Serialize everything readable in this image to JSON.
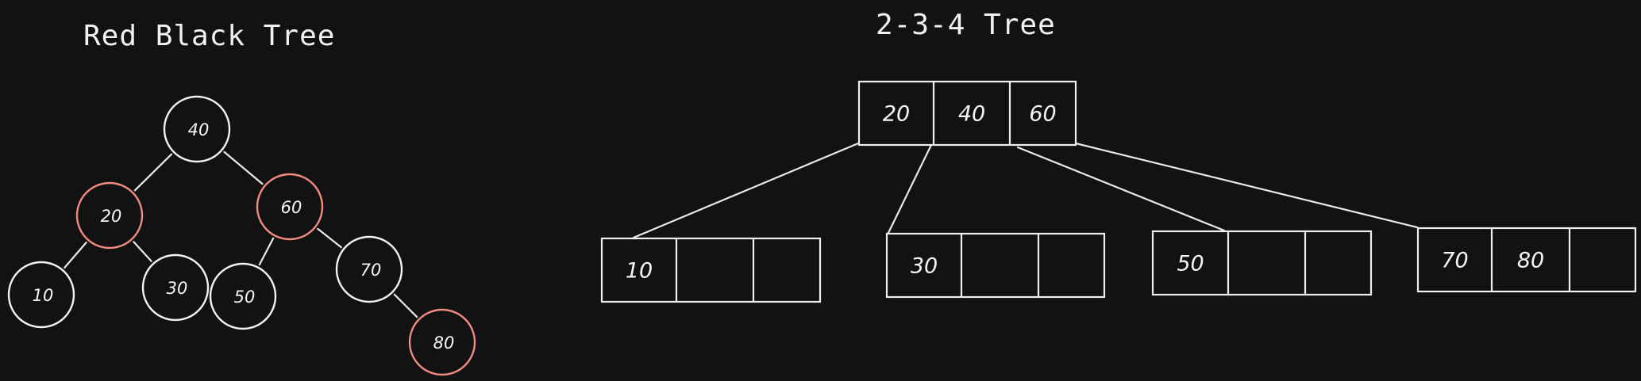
{
  "diagram": {
    "left_title": "Red Black Tree",
    "right_title": "2-3-4 Tree",
    "colors": {
      "background": "#121212",
      "black_node": "#f2f2f2",
      "red_node": "#f28b82",
      "edge": "#e9e9e9"
    },
    "red_black_tree": {
      "nodes": [
        {
          "id": "n40",
          "value": "40",
          "color": "black"
        },
        {
          "id": "n20",
          "value": "20",
          "color": "red"
        },
        {
          "id": "n60",
          "value": "60",
          "color": "red"
        },
        {
          "id": "n10",
          "value": "10",
          "color": "black"
        },
        {
          "id": "n30",
          "value": "30",
          "color": "black"
        },
        {
          "id": "n50",
          "value": "50",
          "color": "black"
        },
        {
          "id": "n70",
          "value": "70",
          "color": "black"
        },
        {
          "id": "n80",
          "value": "80",
          "color": "red"
        }
      ],
      "edges": [
        [
          "n40",
          "n20"
        ],
        [
          "n40",
          "n60"
        ],
        [
          "n20",
          "n10"
        ],
        [
          "n20",
          "n30"
        ],
        [
          "n60",
          "n50"
        ],
        [
          "n60",
          "n70"
        ],
        [
          "n70",
          "n80"
        ]
      ]
    },
    "two_three_four_tree": {
      "root": [
        "20",
        "40",
        "60"
      ],
      "children": [
        [
          "10",
          "",
          ""
        ],
        [
          "30",
          "",
          ""
        ],
        [
          "50",
          "",
          ""
        ],
        [
          "70",
          "80",
          ""
        ]
      ]
    }
  }
}
